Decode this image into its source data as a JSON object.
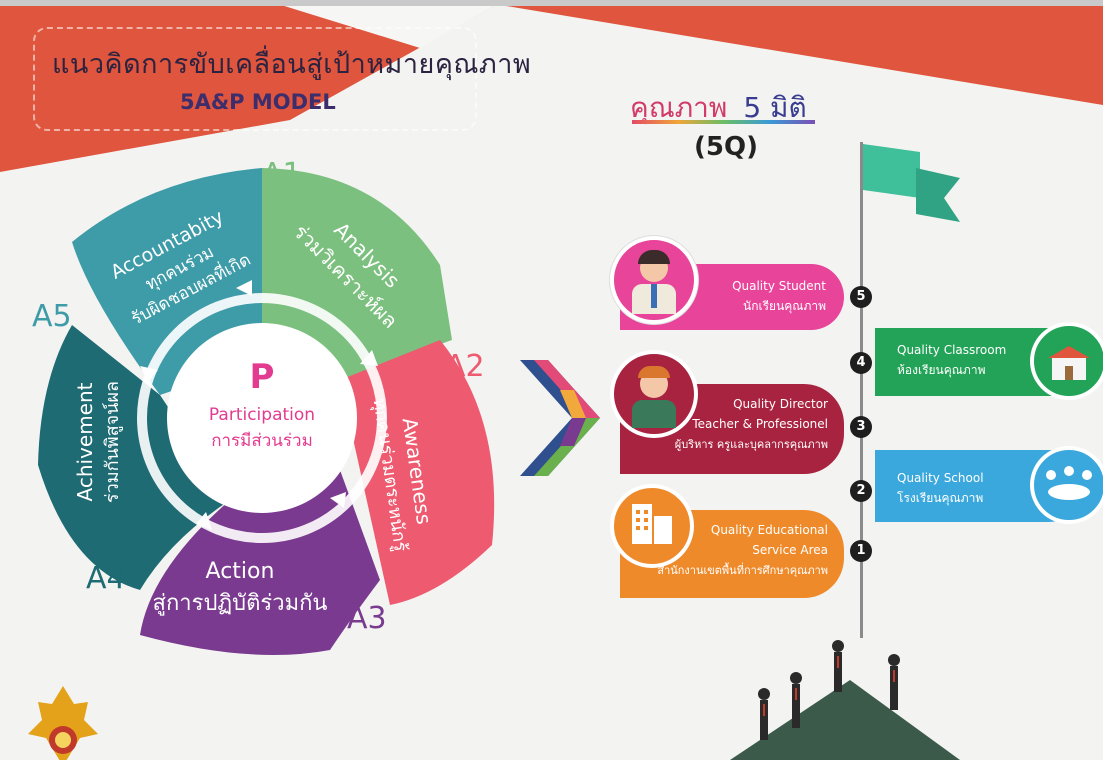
{
  "header": {
    "title_th": "แนวคิดการขับเคลื่อนสู่เป้าหมายคุณภาพ",
    "title_en": "5A&P MODEL"
  },
  "cycle": {
    "center": {
      "letter": "P",
      "name_en": "Participation",
      "name_th": "การมีส่วนร่วม"
    },
    "segments": [
      {
        "code": "A1",
        "name_en": "Analysis",
        "name_th": "ร่วมวิเคราะห์ผล",
        "color": "#7cc07f"
      },
      {
        "code": "A2",
        "name_en": "Awareness",
        "name_th": "ทุกคนร่วมตระหนักรู้",
        "color": "#ee5a6f"
      },
      {
        "code": "A3",
        "name_en": "Action",
        "name_th": "สู่การปฏิบัติร่วมกัน",
        "color": "#7a3a8f"
      },
      {
        "code": "A4",
        "name_en": "Achivement",
        "name_th": "ร่วมกันพิสูจน์ผล",
        "color": "#1f6b73"
      },
      {
        "code": "A5",
        "name_en": "Accountabity",
        "name_th_1": "ทุกคนร่วม",
        "name_th_2": "รับผิดชอบผลที่เกิด",
        "color": "#3e9ba8"
      }
    ]
  },
  "quality": {
    "title_word": "คุณภาพ",
    "title_num": "5 มิติ",
    "subtitle": "(5Q)",
    "items": [
      {
        "num": "5",
        "line1": "Quality Student",
        "line2": "นักเรียนคุณภาพ",
        "color": "#e8449a"
      },
      {
        "num": "4",
        "line1": "Quality Classroom",
        "line2": "ห้องเรียนคุณภาพ",
        "color": "#23a357"
      },
      {
        "num": "3",
        "line1": "Quality Director",
        "line2": "Teacher & Professionel",
        "line3": "ผู้บริหาร ครูและบุคลากรคุณภาพ",
        "color": "#a8233f"
      },
      {
        "num": "2",
        "line1": "Quality School",
        "line2": "โรงเรียนคุณภาพ",
        "color": "#3aa8dd"
      },
      {
        "num": "1",
        "line1": "Quality Educational",
        "line2": "Service Area",
        "line3": "สำนักงานเขตพื้นที่การศึกษาคุณภาพ",
        "color": "#ef8a2b"
      }
    ]
  },
  "colors": {
    "banner": "#e0553d",
    "flag": "#3fbf9a",
    "mountain": "#3c5a4a"
  }
}
